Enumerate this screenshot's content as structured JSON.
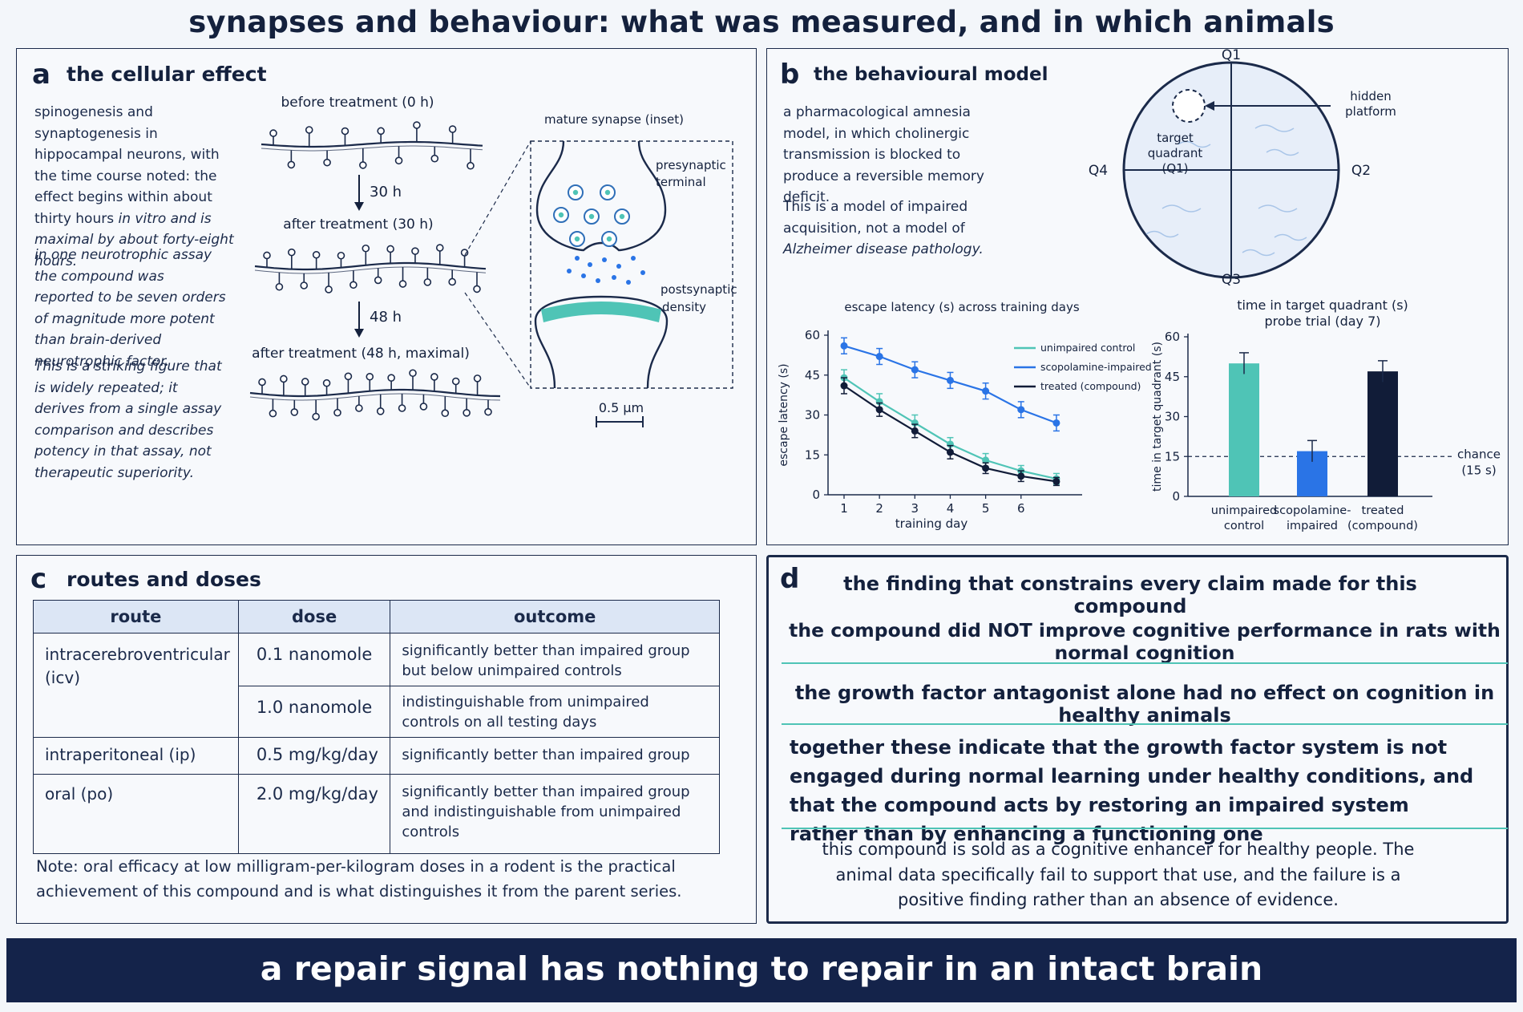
{
  "title": "synapses and behaviour: what was measured, and in which animals",
  "colors": {
    "navy": "#14234a",
    "teal": "#4fc4b6",
    "blue": "#2a74e6",
    "dark": "#111c38",
    "accent": "#4fc4b6"
  },
  "panel_a": {
    "label": "a",
    "title": "the cellular effect",
    "text1_plain": "spinogenesis and synaptogenesis in hippocampal neurons, with the time course noted: the effect begins within about thirty hours",
    "text1_italic": "in vitro and is maximal by about forty-eight hours.",
    "text2": "in one neurotrophic assay the compound was reported to be seven orders of magnitude more potent than brain-derived neurotrophic factor.",
    "text3": "This is a striking figure that is widely repeated; it derives from a single assay comparison and describes potency in that assay, not therapeutic superiority.",
    "stages": [
      "before treatment (0 h)",
      "after treatment (30 h)",
      "after treatment (48 h, maximal)"
    ],
    "arrow1": "30 h",
    "arrow2": "48 h",
    "inset_title": "mature synapse (inset)",
    "presynaptic": "presynaptic terminal",
    "postsynaptic": "postsynaptic density",
    "scale": "0.5 µm"
  },
  "panel_b": {
    "label": "b",
    "title": "the behavioural model",
    "text1": "a pharmacological amnesia model, in which cholinergic transmission is blocked to produce a reversible memory deficit.",
    "text2_plain": "This is a model of impaired acquisition, not a model of",
    "text2_italic": "Alzheimer disease pathology.",
    "maze": {
      "q1": "Q1",
      "q2": "Q2",
      "q3": "Q3",
      "q4": "Q4",
      "hidden": "hidden platform",
      "target": "target quadrant (Q1)"
    }
  },
  "chart_data": [
    {
      "type": "line",
      "title": "escape latency (s) across training days",
      "xlabel": "training day",
      "ylabel": "escape latency (s)",
      "x": [
        1,
        2,
        3,
        4,
        5,
        6,
        7
      ],
      "x_tick_labels": [
        "1",
        "2",
        "3",
        "4",
        "5",
        "6"
      ],
      "ylim": [
        0,
        60
      ],
      "yticks": [
        0,
        15,
        30,
        45,
        60
      ],
      "legend_position": "top-right",
      "series": [
        {
          "name": "unimpaired control",
          "color": "#4fc4b6",
          "values": [
            44,
            35,
            27,
            19,
            13,
            9,
            6
          ],
          "errors": [
            3,
            3,
            3,
            2.5,
            2.5,
            2,
            2
          ]
        },
        {
          "name": "scopolamine-impaired",
          "color": "#2a74e6",
          "values": [
            56,
            52,
            47,
            43,
            39,
            32,
            27
          ],
          "errors": [
            3,
            3,
            3,
            3,
            3,
            3,
            3
          ]
        },
        {
          "name": "treated (compound)",
          "color": "#111c38",
          "values": [
            41,
            32,
            24,
            16,
            10,
            7,
            5
          ],
          "errors": [
            3,
            2.5,
            2.5,
            2.5,
            2,
            2,
            1.5
          ]
        }
      ]
    },
    {
      "type": "bar",
      "title": "time in target quadrant (s)",
      "subtitle": "probe trial (day 7)",
      "ylabel": "time in target quadrant (s)",
      "categories": [
        "unimpaired control",
        "scopolamine-impaired",
        "treated (compound)"
      ],
      "category_lines": [
        [
          "unimpaired",
          "control"
        ],
        [
          "scopolamine-",
          "impaired"
        ],
        [
          "treated",
          "(compound)"
        ]
      ],
      "values": [
        50,
        17,
        47
      ],
      "errors": [
        4,
        4,
        4
      ],
      "colors": [
        "#4fc4b6",
        "#2a74e6",
        "#111c38"
      ],
      "ylim": [
        0,
        60
      ],
      "yticks": [
        0,
        15,
        30,
        45,
        60
      ],
      "reference": {
        "value": 15,
        "label_lines": [
          "chance",
          "(15 s)"
        ]
      }
    }
  ],
  "panel_c": {
    "label": "c",
    "title": "routes and doses",
    "headers": {
      "route": "route",
      "dose": "dose",
      "outcome": "outcome"
    },
    "route1_line1": "intracerebroventricular",
    "route1_line2": "(icv)",
    "dose1": "0.1 nanomole",
    "out1_line1": "significantly better than impaired group",
    "out1_line2": "but below unimpaired controls",
    "dose2": "1.0 nanomole",
    "out2_line1": "indistinguishable from unimpaired",
    "out2_line2": "controls on all testing days",
    "route3": "intraperitoneal (ip)",
    "dose3": "0.5 mg/kg/day",
    "out3": "significantly better than impaired group",
    "route4": "oral (po)",
    "dose4": "2.0 mg/kg/day",
    "out4_line1": "significantly better than impaired group",
    "out4_line2": "and indistinguishable from unimpaired",
    "out4_line3": "controls",
    "note": "Note: oral efficacy at low milligram-per-kilogram doses in a rodent is the practical achievement of this compound and is what distinguishes it from the parent series."
  },
  "panel_d": {
    "label": "d",
    "title": "the finding that constrains every claim made for this compound",
    "finding1": "the compound did NOT improve cognitive performance in rats with normal cognition",
    "finding2": "the growth factor antagonist alone had no effect on cognition in healthy animals",
    "finding3": "together these indicate that the growth factor system is not engaged during normal learning under healthy conditions, and that the compound acts by restoring an impaired system rather than by enhancing a functioning one",
    "closing": "this compound is sold as a cognitive enhancer for healthy people. The animal data specifically fail to support that use, and the failure is a positive finding rather than an absence of evidence."
  },
  "banner": "a repair signal has nothing to repair in an intact brain"
}
